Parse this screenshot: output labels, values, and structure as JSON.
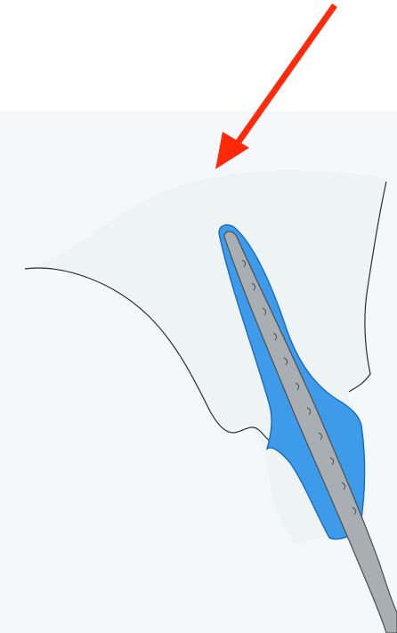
{
  "figure": {
    "type": "anatomical-illustration",
    "labels": []
  },
  "colors": {
    "background": "#ffffff",
    "background_wash": "#f4f8fb",
    "gingiva_tissue": "#eef3f4",
    "tissue_outline": "#2a2f33",
    "filling_material": "#3d9be9",
    "filling_outline": "#1a6bbf",
    "instrument": "#a9aeb2",
    "instrument_outline": "#4a4f53",
    "arrow": "#ff2a0a"
  },
  "elements": {
    "arrow": {
      "icon": "arrow-down-left-icon"
    },
    "tissue": {
      "icon": "soft-tissue-shape"
    },
    "filling": {
      "icon": "blue-filling-shape"
    },
    "instrument": {
      "icon": "file-instrument-icon"
    }
  }
}
